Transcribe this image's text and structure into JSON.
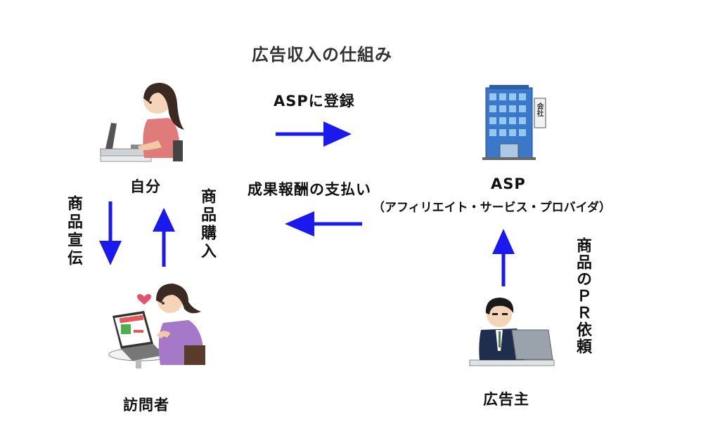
{
  "title": "広告収入の仕組み",
  "nodes": {
    "self": {
      "label": "自分"
    },
    "asp": {
      "label": "ASP",
      "sublabel": "（アフィリエイト・サービス・プロバイダ）"
    },
    "visitor": {
      "label": "訪問者"
    },
    "advertiser": {
      "label": "広告主"
    }
  },
  "edges": {
    "register": {
      "label": "ASPに登録"
    },
    "payment": {
      "label": "成果報酬の支払い"
    },
    "promotion": {
      "label": "商品宣伝"
    },
    "purchase": {
      "label": "商品購入"
    },
    "pr_request": {
      "label": "商品のＰＲ依頼"
    }
  },
  "building_sign": "会社",
  "colors": {
    "arrow": "#1a1aee"
  }
}
